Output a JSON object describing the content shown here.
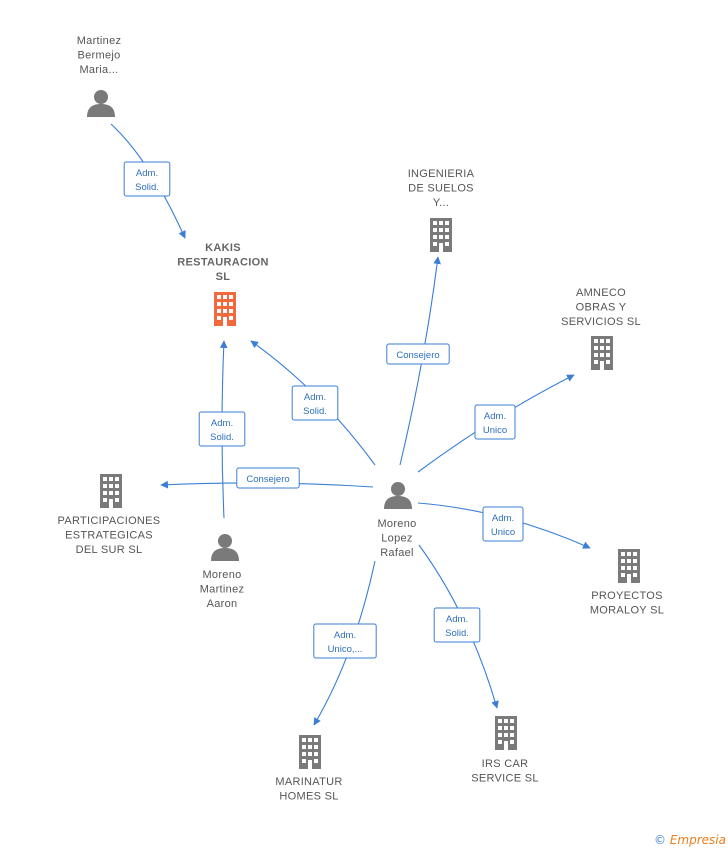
{
  "nodes": [
    {
      "id": "kakis",
      "type": "company",
      "focus": true,
      "label_lines": [
        "KAKIS",
        "RESTAURACION",
        "SL"
      ]
    },
    {
      "id": "martinez_bermejo",
      "type": "person",
      "label_lines": [
        "Martinez",
        "Bermejo",
        "Maria..."
      ]
    },
    {
      "id": "ingenieria",
      "type": "company",
      "label_lines": [
        "INGENIERIA",
        "DE SUELOS",
        "Y..."
      ]
    },
    {
      "id": "amneco",
      "type": "company",
      "label_lines": [
        "AMNECO",
        "OBRAS Y",
        "SERVICIOS SL"
      ]
    },
    {
      "id": "participaciones",
      "type": "company",
      "label_lines": [
        "PARTICIPACIONES",
        "ESTRATEGICAS",
        "DEL SUR  SL"
      ]
    },
    {
      "id": "moreno_martinez",
      "type": "person",
      "label_lines": [
        "Moreno",
        "Martinez",
        "Aaron"
      ]
    },
    {
      "id": "moreno_lopez",
      "type": "person",
      "label_lines": [
        "Moreno",
        "Lopez",
        "Rafael"
      ]
    },
    {
      "id": "proyectos",
      "type": "company",
      "label_lines": [
        "PROYECTOS",
        "MORALOY  SL"
      ]
    },
    {
      "id": "marinatur",
      "type": "company",
      "label_lines": [
        "MARINATUR",
        "HOMES  SL"
      ]
    },
    {
      "id": "irs",
      "type": "company",
      "label_lines": [
        "IRS CAR",
        "SERVICE  SL"
      ]
    }
  ],
  "edges": [
    {
      "from": "martinez_bermejo",
      "to": "kakis",
      "label_lines": [
        "Adm.",
        "Solid."
      ]
    },
    {
      "from": "moreno_lopez",
      "to": "kakis",
      "label_lines": [
        "Adm.",
        "Solid."
      ]
    },
    {
      "from": "moreno_martinez",
      "to": "kakis",
      "label_lines": [
        "Adm.",
        "Solid."
      ]
    },
    {
      "from": "moreno_lopez",
      "to": "ingenieria",
      "label_lines": [
        "Consejero"
      ]
    },
    {
      "from": "moreno_lopez",
      "to": "amneco",
      "label_lines": [
        "Adm.",
        "Unico"
      ]
    },
    {
      "from": "moreno_lopez",
      "to": "participaciones",
      "label_lines": [
        "Consejero"
      ]
    },
    {
      "from": "moreno_lopez",
      "to": "proyectos",
      "label_lines": [
        "Adm.",
        "Unico"
      ]
    },
    {
      "from": "moreno_lopez",
      "to": "marinatur",
      "label_lines": [
        "Adm.",
        "Unico,..."
      ]
    },
    {
      "from": "moreno_lopez",
      "to": "irs",
      "label_lines": [
        "Adm.",
        "Solid."
      ]
    }
  ],
  "colors": {
    "focus_company": "#f26a3b",
    "company": "#7a7a7a",
    "person": "#7a7a7a",
    "edge": "#3a7fd5"
  },
  "credit": {
    "symbol": "©",
    "brand": "Empresia"
  }
}
